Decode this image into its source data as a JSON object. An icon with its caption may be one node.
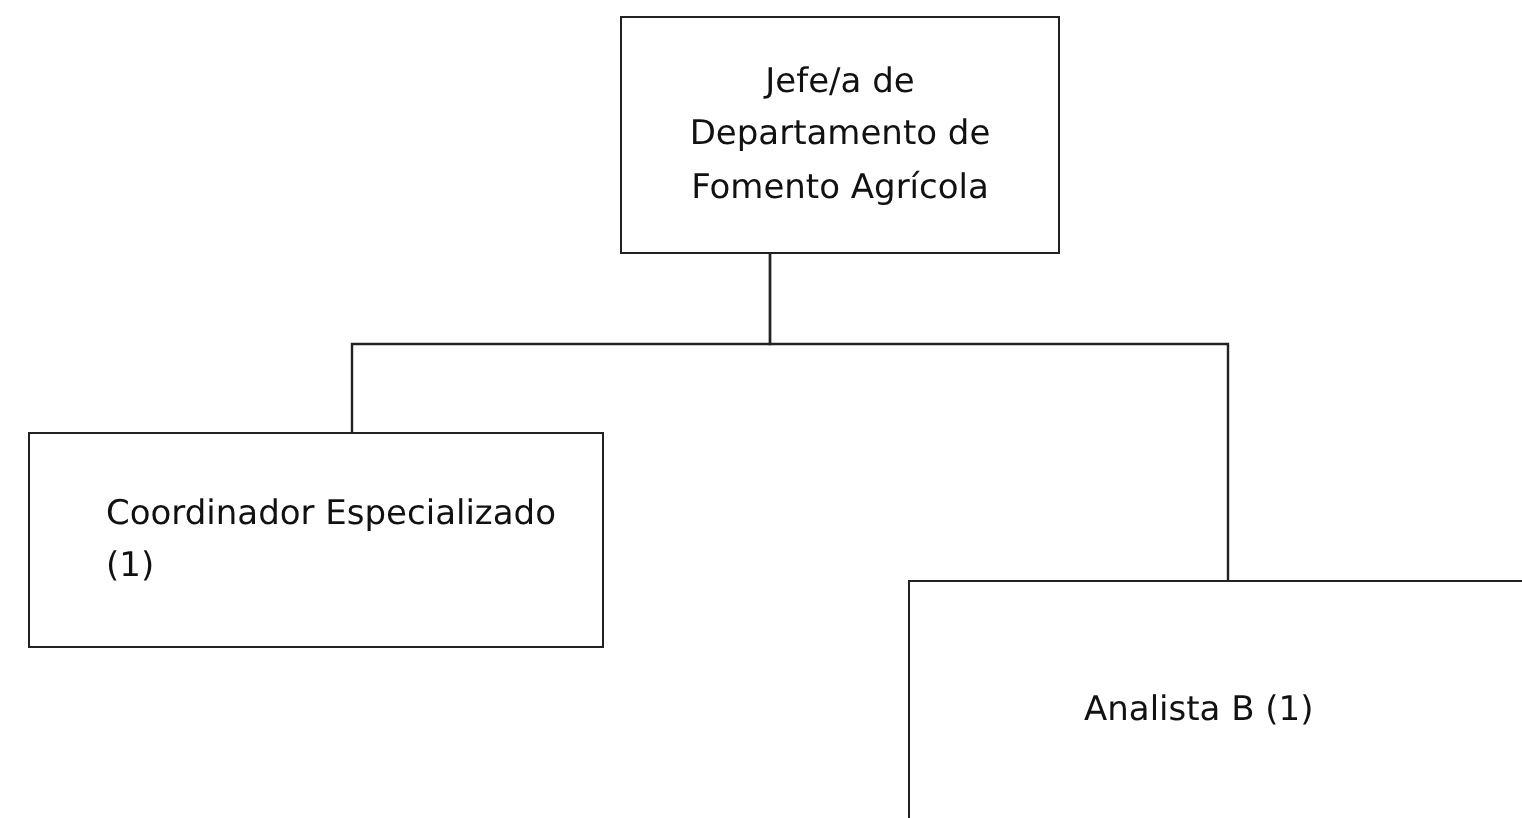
{
  "diagram": {
    "nodes": [
      {
        "text": [
          "Jefe/a de Departamento de Fomento Agrícola"
        ]
      },
      {
        "text": [
          "Coordinador Especializado (1)"
        ]
      },
      {
        "text": [
          "Analista B (1)"
        ]
      }
    ],
    "edges": [
      {
        "from": 0,
        "to": 1,
        "arrow": "none"
      },
      {
        "from": 0,
        "to": 2,
        "arrow": "none"
      }
    ]
  }
}
